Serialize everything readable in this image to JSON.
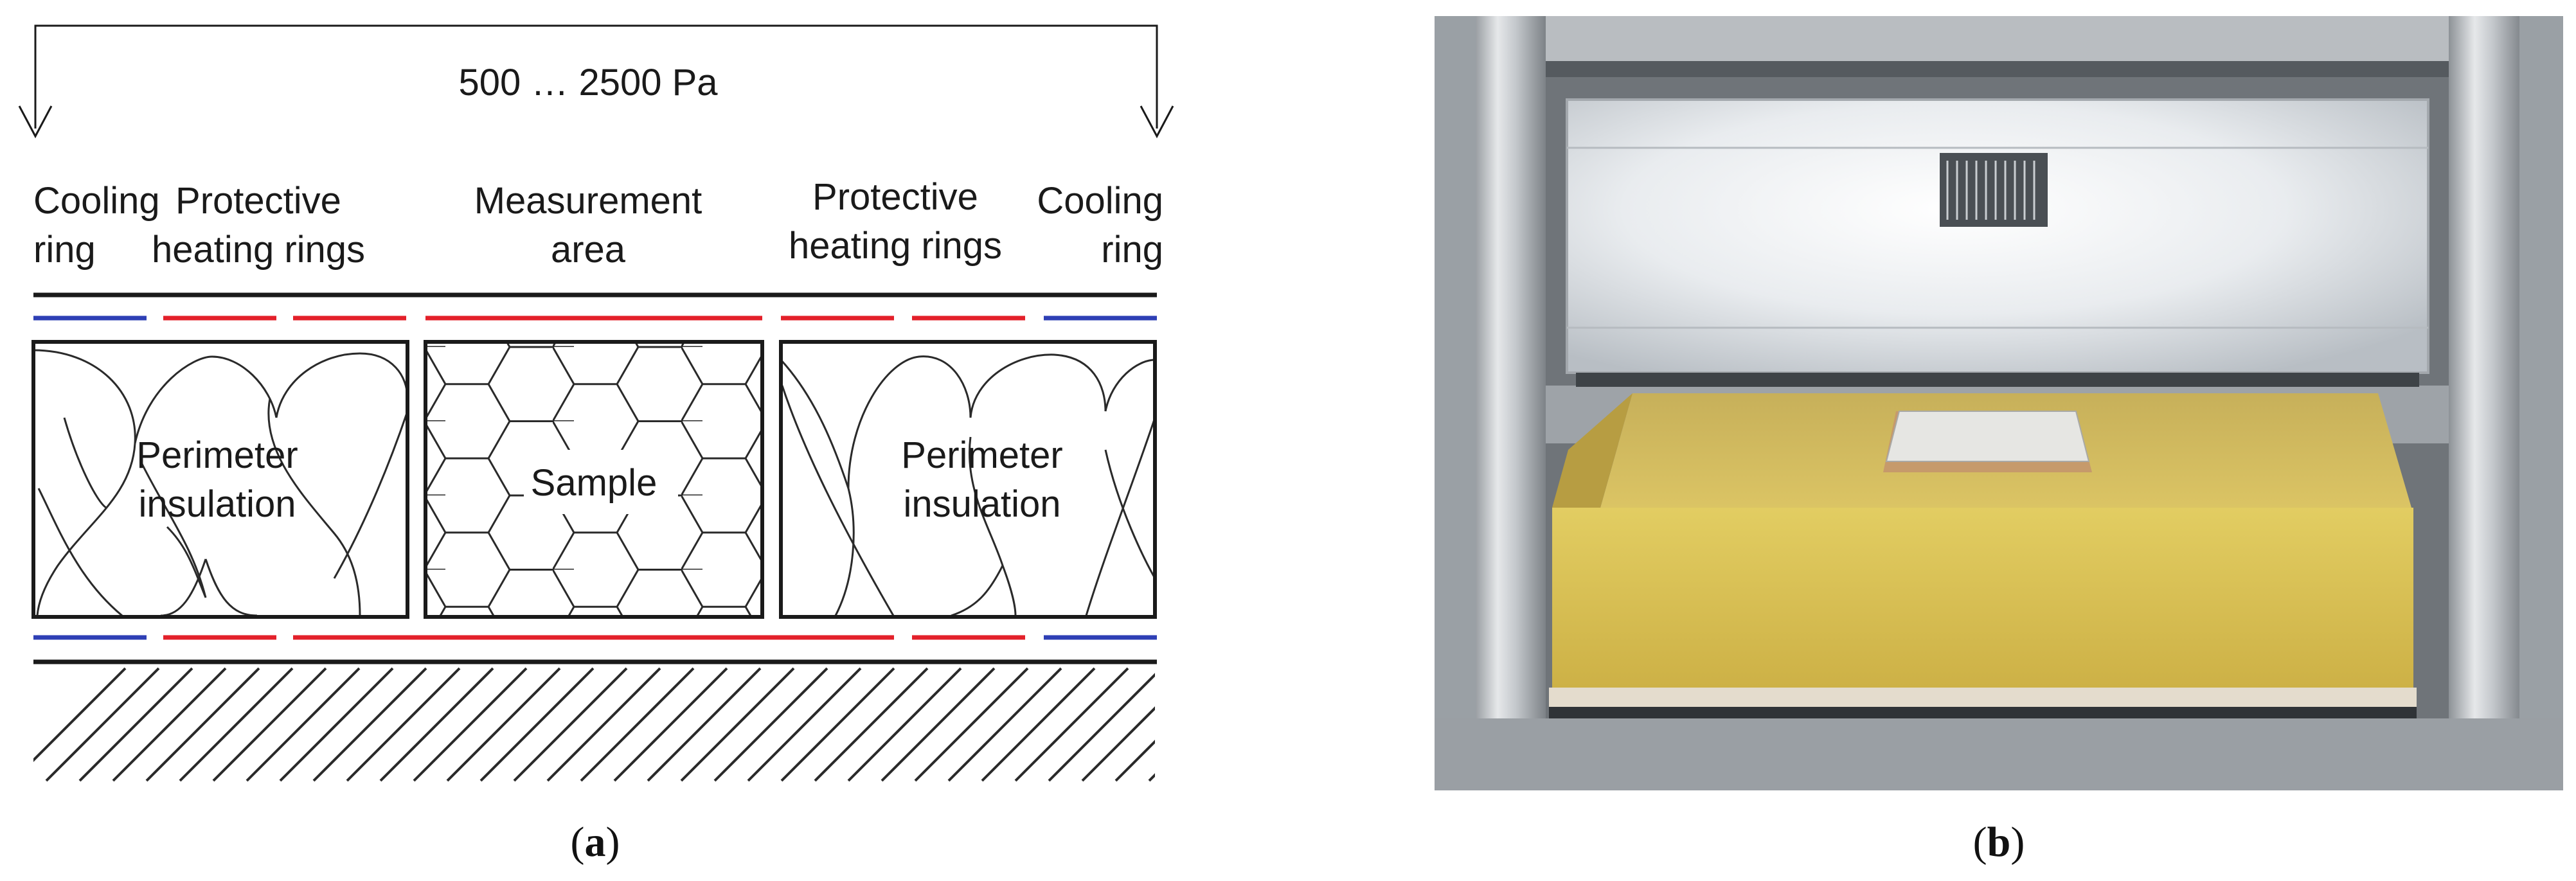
{
  "panel_a": {
    "pressure_label": "500 … 2500 Pa",
    "left_cooling_line1": "Cooling",
    "left_cooling_line2": "ring",
    "left_protective_line1": "Protective",
    "left_protective_line2": "heating rings",
    "measurement_line1": "Measurement",
    "measurement_line2": "area",
    "right_protective_line1": "Protective",
    "right_protective_line2": "heating rings",
    "right_cooling_line1": "Cooling",
    "right_cooling_line2": "ring",
    "left_insulation_line1": "Perimeter",
    "left_insulation_line2": "insulation",
    "sample_label": "Sample",
    "right_insulation_line1": "Perimeter",
    "right_insulation_line2": "insulation",
    "caption_open": "(",
    "caption_letter": "a",
    "caption_close": ")"
  },
  "panel_b": {
    "caption_open": "(",
    "caption_letter": "b",
    "caption_close": ")"
  },
  "colors": {
    "cooling": "#2e3fb5",
    "heating": "#e3202a",
    "line": "#1a1a1a",
    "foam": "#dcc55e",
    "frame": "#c9ccd0"
  }
}
